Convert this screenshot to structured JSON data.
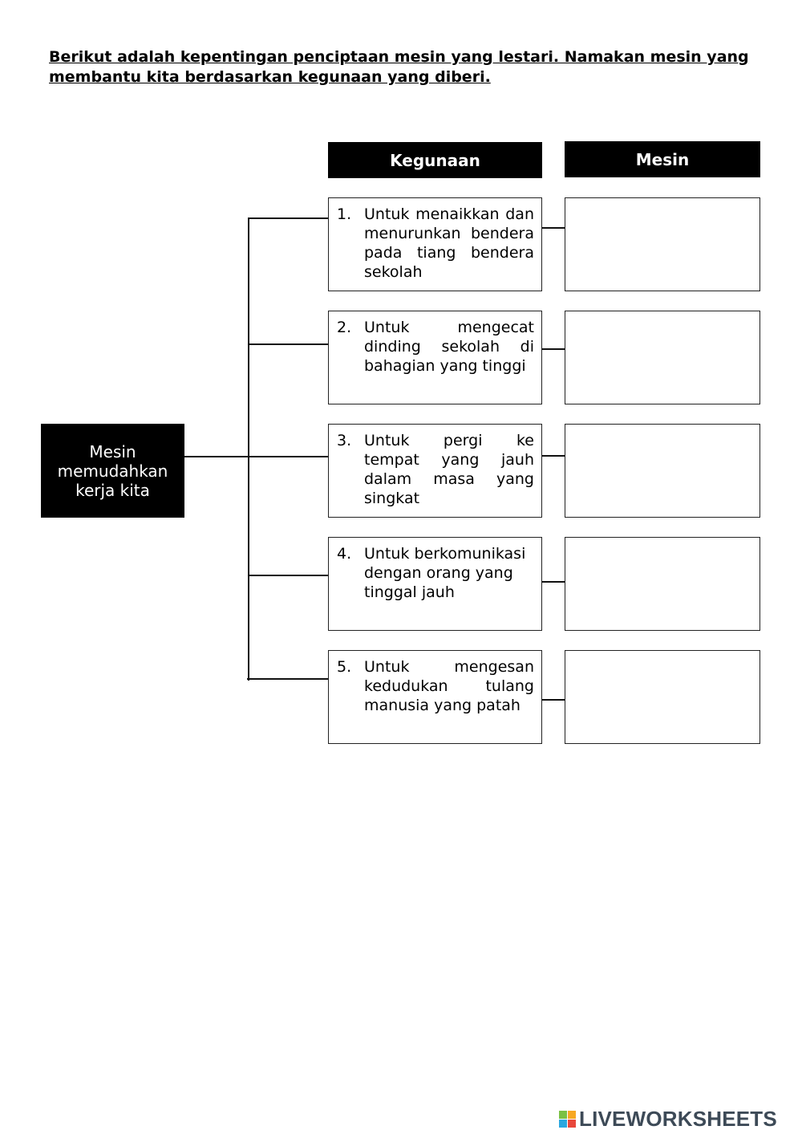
{
  "instruction": "Berikut adalah kepentingan penciptaan mesin yang lestari. Namakan mesin yang membantu kita berdasarkan kegunaan yang diberi.",
  "headers": {
    "kegunaan": "Kegunaan",
    "mesin": "Mesin"
  },
  "root": {
    "label": "Mesin memudahkan kerja kita"
  },
  "items": [
    {
      "num": "1.",
      "text": "Untuk menaikkan dan menurunkan bendera pada tiang bendera sekolah",
      "answer": ""
    },
    {
      "num": "2.",
      "text": "Untuk mengecat dinding sekolah di bahagian yang tinggi",
      "answer": ""
    },
    {
      "num": "3.",
      "text": "Untuk pergi ke tempat yang jauh dalam masa yang singkat",
      "answer": ""
    },
    {
      "num": "4.",
      "text": "Untuk berkomunikasi dengan orang yang tinggal jauh",
      "answer": ""
    },
    {
      "num": "5.",
      "text": "Untuk mengesan kedudukan tulang manusia yang patah",
      "answer": ""
    }
  ],
  "brand": {
    "text": "LIVEWORKSHEETS",
    "logo_colors": [
      "#7ac143",
      "#f7a823",
      "#2aa7df",
      "#e8473c"
    ]
  }
}
